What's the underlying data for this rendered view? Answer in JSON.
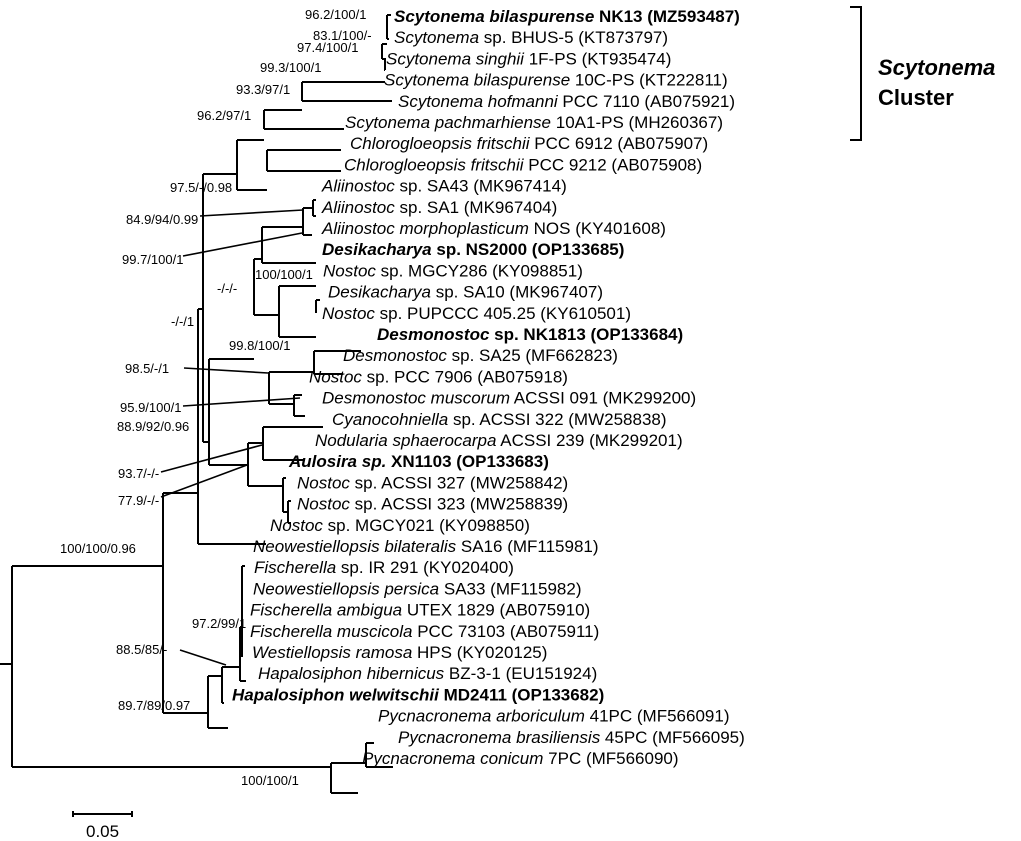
{
  "leaves": [
    {
      "italic": "Scytonema bilaspurense",
      "plain": " NK13 (MZ593487)",
      "bold": true
    },
    {
      "italic": "Scytonema",
      "plain": " sp. BHUS-5 (KT873797)",
      "bold": false
    },
    {
      "italic": "Scytonema singhii",
      "plain": " 1F-PS (KT935474)",
      "bold": false
    },
    {
      "italic": "Scytonema bilaspurense",
      "plain": " 10C-PS (KT222811)",
      "bold": false
    },
    {
      "italic": "Scytonema hofmanni",
      "plain": " PCC 7110 (AB075921)",
      "bold": false
    },
    {
      "italic": "Scytonema pachmarhiense",
      "plain": " 10A1-PS (MH260367)",
      "bold": false
    },
    {
      "italic": "Chlorogloeopsis fritschii",
      "plain": " PCC 6912 (AB075907)",
      "bold": false
    },
    {
      "italic": "Chlorogloeopsis fritschii",
      "plain": " PCC 9212 (AB075908)",
      "bold": false
    },
    {
      "italic": "Aliinostoc",
      "plain": " sp. SA43 (MK967414)",
      "bold": false
    },
    {
      "italic": "Aliinostoc",
      "plain": " sp. SA1 (MK967404)",
      "bold": false
    },
    {
      "italic": "Aliinostoc morphoplasticum",
      "plain": " NOS (KY401608)",
      "bold": false
    },
    {
      "italic": "Desikacharya",
      "plain": " sp. NS2000 (OP133685)",
      "bold": true
    },
    {
      "italic": "Nostoc",
      "plain": " sp. MGCY286 (KY098851)",
      "bold": false
    },
    {
      "italic": "Desikacharya",
      "plain": " sp. SA10 (MK967407)",
      "bold": false
    },
    {
      "italic": "Nostoc",
      "plain": " sp. PUPCCC 405.25 (KY610501)",
      "bold": false
    },
    {
      "italic": "Desmonostoc",
      "plain": "  sp. NK1813 (OP133684)",
      "bold": true
    },
    {
      "italic": "Desmonostoc",
      "plain": " sp. SA25 (MF662823)",
      "bold": false
    },
    {
      "italic": "Nostoc",
      "plain": " sp. PCC 7906 (AB075918)",
      "bold": false
    },
    {
      "italic": "Desmonostoc muscorum",
      "plain": " ACSSI 091 (MK299200)",
      "bold": false
    },
    {
      "italic": "Cyanocohniella",
      "plain": " sp. ACSSI 322 (MW258838)",
      "bold": false
    },
    {
      "italic": "Nodularia sphaerocarpa",
      "plain": " ACSSI 239 (MK299201)",
      "bold": false
    },
    {
      "italic": "Aulosira sp.",
      "plain": " XN1103 (OP133683)",
      "bold": true
    },
    {
      "italic": "Nostoc",
      "plain": " sp. ACSSI 327 (MW258842)",
      "bold": false
    },
    {
      "italic": "Nostoc",
      "plain": " sp. ACSSI 323 (MW258839)",
      "bold": false
    },
    {
      "italic": "Nostoc",
      "plain": " sp. MGCY021 (KY098850)",
      "bold": false
    },
    {
      "italic": "Neowestiellopsis bilateralis",
      "plain": " SA16 (MF115981)",
      "bold": false
    },
    {
      "italic": "Fischerella",
      "plain": " sp. IR 291 (KY020400)",
      "bold": false
    },
    {
      "italic": "Neowestiellopsis persica",
      "plain": " SA33 (MF115982)",
      "bold": false
    },
    {
      "italic": "Fischerella ambigua",
      "plain": " UTEX 1829 (AB075910)",
      "bold": false
    },
    {
      "italic": "Fischerella muscicola",
      "plain": " PCC 73103 (AB075911)",
      "bold": false
    },
    {
      "italic": "Westiellopsis ramosa",
      "plain": " HPS (KY020125)",
      "bold": false
    },
    {
      "italic": "Hapalosiphon hibernicus",
      "plain": " BZ-3-1 (EU151924)",
      "bold": false
    },
    {
      "italic": "Hapalosiphon  welwitschii",
      "plain": " MD2411 (OP133682)",
      "bold": true
    },
    {
      "italic": "Pycnacronema arboriculum",
      "plain": " 41PC (MF566091)",
      "bold": false
    },
    {
      "italic": "Pycnacronema brasiliensis",
      "plain": " 45PC (MF566095)",
      "bold": false
    },
    {
      "italic": "Pycnacronema conicum",
      "plain": " 7PC (MF566090)",
      "bold": false
    }
  ],
  "supports": [
    "96.2/100/1",
    "83.1/100/-",
    "97.4/100/1",
    "99.3/100/1",
    "93.3/97/1",
    "96.2/97/1",
    "97.5/-/0.98",
    "84.9/94/0.99",
    "99.7/100/1",
    "100/100/1",
    "-/-/-",
    "-/-/1",
    "99.8/100/1",
    "98.5/-/1",
    "95.9/100/1",
    "88.9/92/0.96",
    "93.7/-/-",
    "77.9/-/-",
    "100/100/0.96",
    "97.2/99/1",
    "88.5/85/-",
    "89.7/89/0.97",
    "100/100/1"
  ],
  "clade": {
    "line1": "Scytonema",
    "line2": "Cluster"
  },
  "scale": {
    "label": "0.05",
    "value": 0.05
  }
}
